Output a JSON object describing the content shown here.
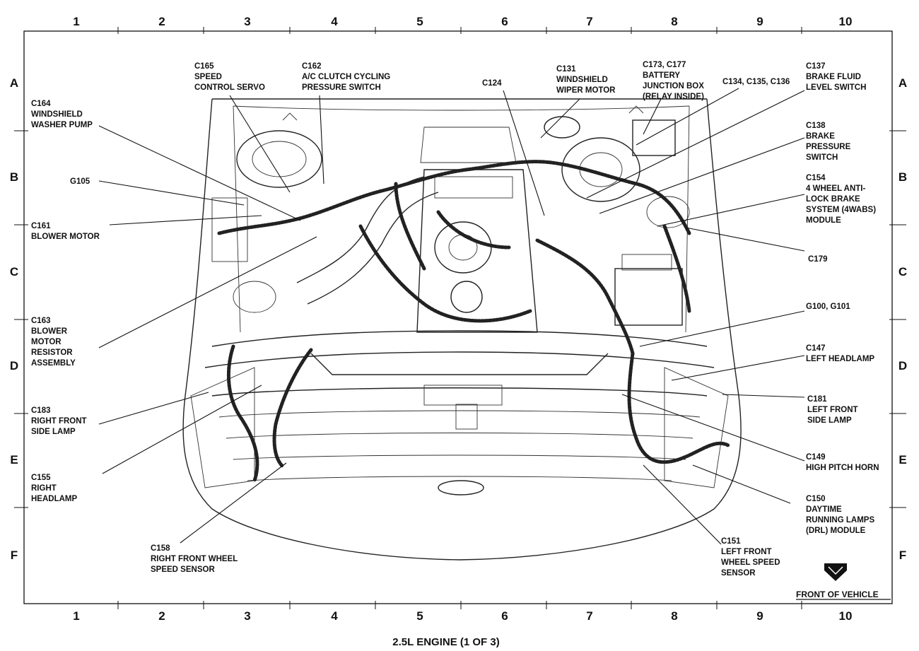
{
  "caption": "2.5L ENGINE (1 OF 3)",
  "front_of_vehicle": "FRONT OF VEHICLE",
  "grid_columns": [
    "1",
    "2",
    "3",
    "4",
    "5",
    "6",
    "7",
    "8",
    "9",
    "10"
  ],
  "grid_rows": [
    "A",
    "B",
    "C",
    "D",
    "E",
    "F"
  ],
  "callouts": {
    "c164": [
      "C164",
      "WINDSHIELD",
      "WASHER PUMP"
    ],
    "c165": [
      "C165",
      "SPEED",
      "CONTROL SERVO"
    ],
    "c162": [
      "C162",
      "A/C CLUTCH CYCLING",
      "PRESSURE SWITCH"
    ],
    "c124": [
      "C124"
    ],
    "c131": [
      "C131",
      "WINDSHIELD",
      "WIPER MOTOR"
    ],
    "c173": [
      "C173, C177",
      "BATTERY",
      "JUNCTION BOX",
      "(RELAY INSIDE)"
    ],
    "c134": [
      "C134, C135, C136"
    ],
    "c137": [
      "C137",
      "BRAKE FLUID",
      "LEVEL SWITCH"
    ],
    "c138": [
      "C138",
      "BRAKE",
      "PRESSURE",
      "SWITCH"
    ],
    "g105": [
      "G105"
    ],
    "c154": [
      "C154",
      "4 WHEEL ANTI-",
      "LOCK BRAKE",
      "SYSTEM (4WABS)",
      "MODULE"
    ],
    "c161": [
      "C161",
      "BLOWER MOTOR"
    ],
    "c179": [
      "C179"
    ],
    "c163": [
      "C163",
      "BLOWER",
      "MOTOR",
      "RESISTOR",
      "ASSEMBLY"
    ],
    "g100": [
      "G100, G101"
    ],
    "c147": [
      "C147",
      "LEFT HEADLAMP"
    ],
    "c183": [
      "C183",
      "RIGHT FRONT",
      "SIDE LAMP"
    ],
    "c181": [
      "C181",
      "LEFT FRONT",
      "SIDE LAMP"
    ],
    "c155": [
      "C155",
      "RIGHT",
      "HEADLAMP"
    ],
    "c149": [
      "C149",
      "HIGH PITCH HORN"
    ],
    "c150": [
      "C150",
      "DAYTIME",
      "RUNNING LAMPS",
      "(DRL) MODULE"
    ],
    "c158": [
      "C158",
      "RIGHT FRONT WHEEL",
      "SPEED SENSOR"
    ],
    "c151": [
      "C151",
      "LEFT FRONT",
      "WHEEL SPEED",
      "SENSOR"
    ]
  }
}
